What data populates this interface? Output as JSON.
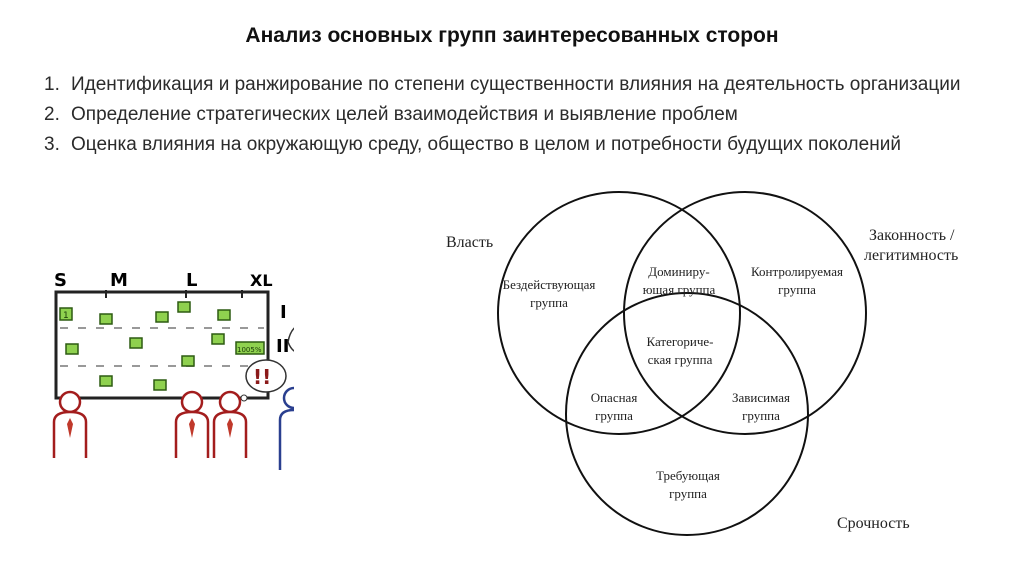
{
  "title": "Анализ основных групп заинтересованных сторон",
  "list": [
    {
      "num": "1.",
      "text": "Идентификация и ранжирование по степени существенности влияния на деятельность организации"
    },
    {
      "num": "2.",
      "text": "Определение стратегических целей взаимодействия и выявление проблем"
    },
    {
      "num": "3.",
      "text": "Оценка влияния на окружающую среду, общество в целом и потребности будущих поколений"
    }
  ],
  "sketch": {
    "sizes": [
      "S",
      "M",
      "L",
      "XL"
    ],
    "row_labels": [
      "I",
      "II"
    ],
    "cell_text_1": "1",
    "cell_text_2": "1005%",
    "exclaim": "!!",
    "question": "??"
  },
  "venn": {
    "corner_power": "Власть",
    "corner_legitimacy_1": "Законность /",
    "corner_legitimacy_2": "легитимность",
    "corner_urgency": "Срочность",
    "dormant_1": "Бездействующая",
    "dormant_2": "группа",
    "dominant_1": "Доминиру-",
    "dominant_2": "ющая группа",
    "discretionary_1": "Контролируемая",
    "discretionary_2": "группа",
    "definitive_1": "Категориче-",
    "definitive_2": "ская группа",
    "dangerous_1": "Опасная",
    "dangerous_2": "группа",
    "dependent_1": "Зависимая",
    "dependent_2": "группа",
    "demanding_1": "Требующая",
    "demanding_2": "группа"
  }
}
